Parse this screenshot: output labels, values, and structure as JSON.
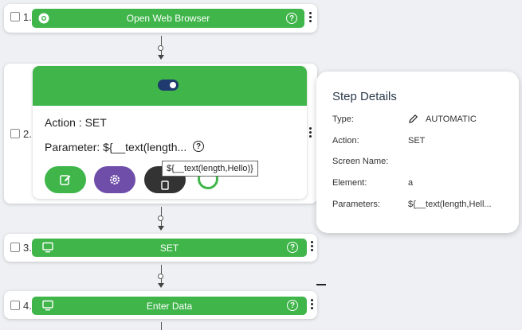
{
  "steps": [
    {
      "number": "1.",
      "label": "Open Web Browser",
      "icon": "chrome-icon"
    },
    {
      "number": "2.",
      "action_line": "Action : SET",
      "parameter_line": "Parameter: ${__text(length...",
      "tooltip": "${__text(length,Hello)}"
    },
    {
      "number": "3.",
      "label": "SET",
      "icon": "monitor-icon"
    },
    {
      "number": "4.",
      "label": "Enter Data",
      "icon": "monitor-icon"
    }
  ],
  "step_details": {
    "title": "Step Details",
    "rows": [
      {
        "key": "Type:",
        "value": "AUTOMATIC"
      },
      {
        "key": "Action:",
        "value": "SET"
      },
      {
        "key": "Screen Name:",
        "value": ""
      },
      {
        "key": "Element:",
        "value": "a"
      },
      {
        "key": "Parameters:",
        "value": "${__text(length,Hell..."
      }
    ]
  },
  "help_glyph": "?",
  "colors": {
    "green": "#3fb54a",
    "purple": "#6f4eaa",
    "dark": "#333333",
    "navy": "#1e3a6e"
  }
}
